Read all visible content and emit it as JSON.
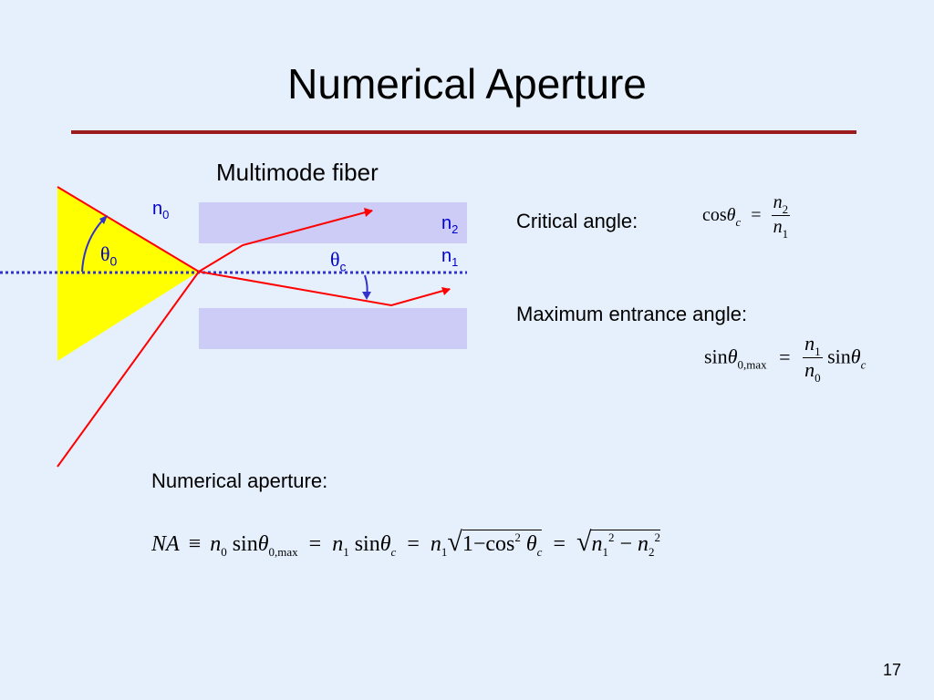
{
  "slide": {
    "title": "Numerical Aperture",
    "page_number": "17"
  },
  "diagram": {
    "caption": "Multimode fiber",
    "n0": "n",
    "n0_sub": "0",
    "n1": "n",
    "n1_sub": "1",
    "n2": "n",
    "n2_sub": "2",
    "theta0": "θ",
    "theta0_sub": "0",
    "thetac": "θ",
    "thetac_sub": "c",
    "colors": {
      "cone": "#ffff00",
      "ray": "#ff0000",
      "cladding": "#ccccf6",
      "axis": "#3333cc",
      "label": "#0000cc"
    }
  },
  "critical": {
    "label": "Critical angle:",
    "lhs": "cos",
    "theta": "θ",
    "sub": "c",
    "eq": "=",
    "num": "n",
    "num_sub": "2",
    "den": "n",
    "den_sub": "1"
  },
  "max_entrance": {
    "label": "Maximum entrance angle:",
    "lhs": "sin",
    "theta": "θ",
    "sub": "0,max",
    "eq": "=",
    "num": "n",
    "num_sub": "1",
    "den": "n",
    "den_sub": "0",
    "rhs": "sin",
    "rhs_theta": "θ",
    "rhs_sub": "c"
  },
  "na": {
    "label": "Numerical aperture:",
    "NA": "NA",
    "equiv": "≡",
    "t1_n": "n",
    "t1_n_sub": "0",
    "t1_sin": "sin",
    "t1_theta": "θ",
    "t1_sub": "0,max",
    "eq1": "=",
    "t2_n": "n",
    "t2_n_sub": "1",
    "t2_sin": "sin",
    "t2_theta": "θ",
    "t2_sub": "c",
    "eq2": "=",
    "t3_n": "n",
    "t3_n_sub": "1",
    "t3_one": "1",
    "t3_minus": "−",
    "t3_cos": "cos",
    "t3_sup": "2",
    "t3_theta": "θ",
    "t3_sub": "c",
    "eq3": "=",
    "t4_n1": "n",
    "t4_n1_sub": "1",
    "t4_n1_sup": "2",
    "t4_minus": "−",
    "t4_n2": "n",
    "t4_n2_sub": "2",
    "t4_n2_sup": "2"
  }
}
